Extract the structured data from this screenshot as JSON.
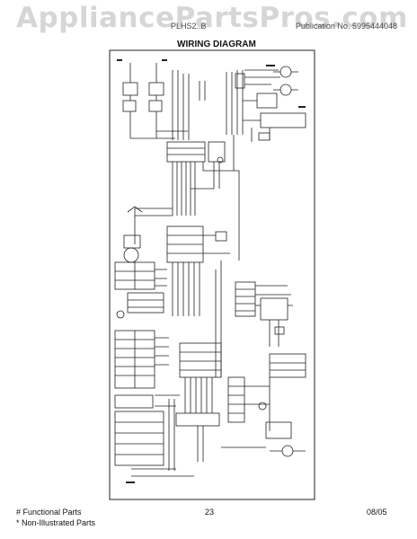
{
  "watermark": "AppliancePartsPros.com",
  "header": {
    "model_number": "PLHS2..B",
    "publication": "Publication No. 5995444048",
    "title": "WIRING DIAGRAM"
  },
  "footer": {
    "legend_functional": "# Functional Parts",
    "legend_non_illustrated": "* Non-Illustrated Parts",
    "page_number": "23",
    "date": "08/05"
  },
  "colors": {
    "line": "#222222",
    "watermark": "#d6d6d6"
  }
}
